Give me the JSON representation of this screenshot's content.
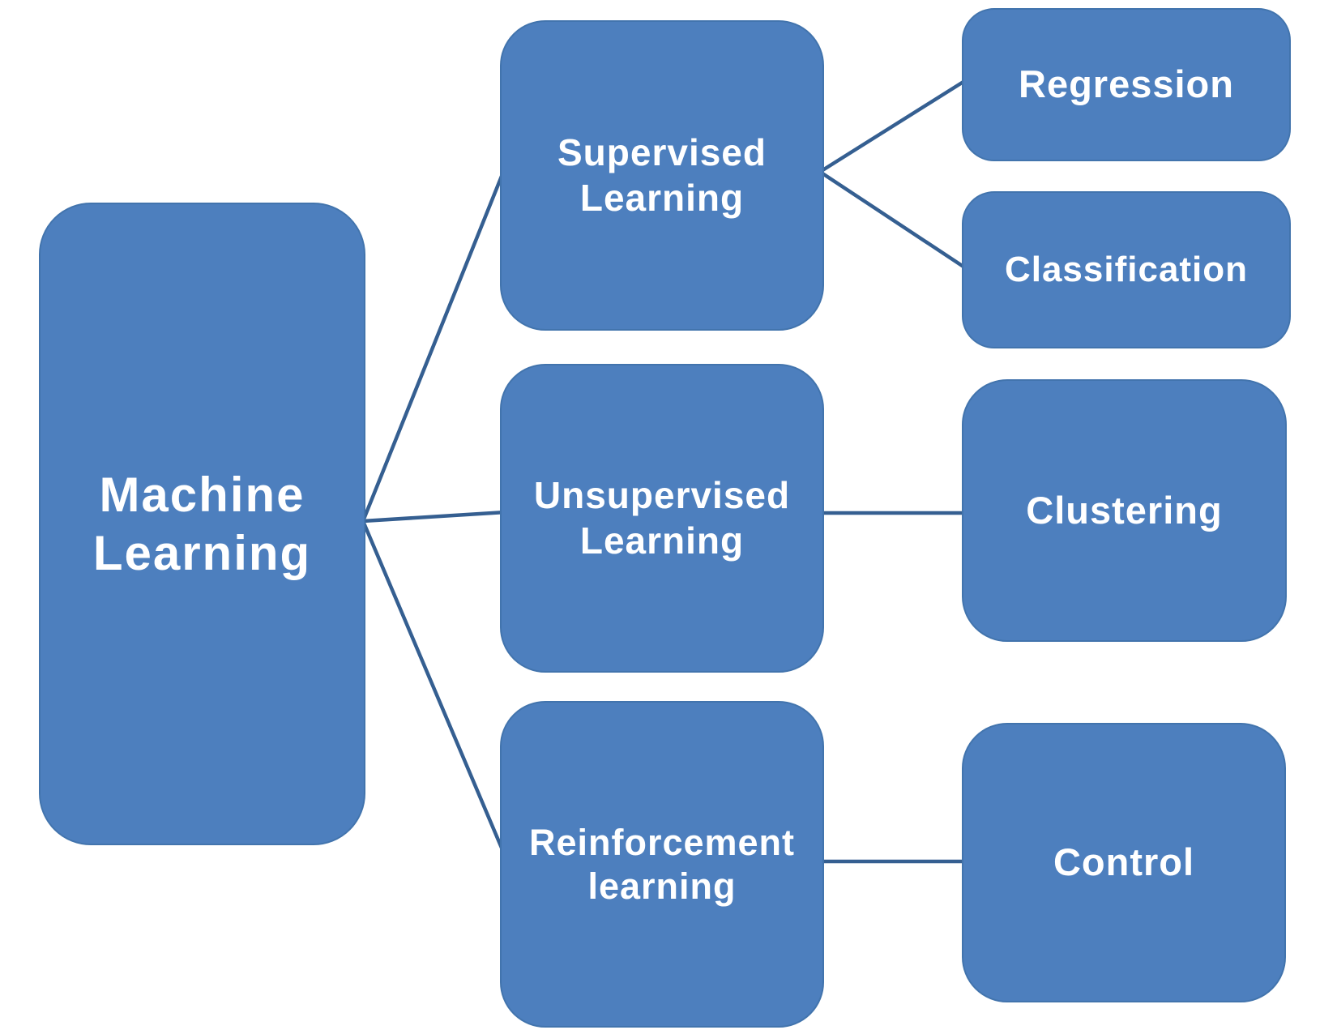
{
  "colors": {
    "canvas-bg": "#ffffff",
    "node-fill": "#4d7fbe",
    "node-border": "#4274ad",
    "node-text": "#ffffff",
    "connector": "#355f91"
  },
  "nodes": {
    "machine_learning": {
      "label": "Machine\nLearning"
    },
    "supervised": {
      "label": "Supervised\nLearning"
    },
    "unsupervised": {
      "label": "Unsupervised\nLearning"
    },
    "reinforcement": {
      "label": "Reinforcement\nlearning"
    },
    "regression": {
      "label": "Regression"
    },
    "classification": {
      "label": "Classification"
    },
    "clustering": {
      "label": "Clustering"
    },
    "control": {
      "label": "Control"
    }
  },
  "edges": [
    {
      "from": "Machine Learning",
      "to": "Supervised Learning"
    },
    {
      "from": "Machine Learning",
      "to": "Unsupervised Learning"
    },
    {
      "from": "Machine Learning",
      "to": "Reinforcement learning"
    },
    {
      "from": "Supervised Learning",
      "to": "Regression"
    },
    {
      "from": "Supervised Learning",
      "to": "Classification"
    },
    {
      "from": "Unsupervised Learning",
      "to": "Clustering"
    },
    {
      "from": "Reinforcement learning",
      "to": "Control"
    }
  ]
}
